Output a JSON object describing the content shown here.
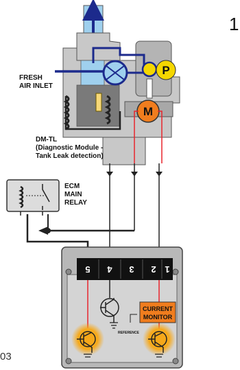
{
  "figure_number": "1",
  "page_number_fragment": "03",
  "labels": {
    "fresh_air_line1": "FRESH",
    "fresh_air_line2": "AIR INLET",
    "pump_letter": "P",
    "motor_letter": "M",
    "dmtl_line1": "DM-TL",
    "dmtl_line2": "(Diagnostic Module -",
    "dmtl_line3": "Tank Leak detection)",
    "relay_line1": "ECM",
    "relay_line2": "MAIN",
    "relay_line3": "RELAY",
    "current_monitor_line1": "CURRENT",
    "current_monitor_line2": "MONITOR",
    "reference": "REFERENCE"
  },
  "connector_pins": [
    "5",
    "4",
    "3",
    "2",
    "1"
  ],
  "colors": {
    "housing_gray": "#c8c8c8",
    "housing_dark": "#9e9e9e",
    "airflow_blue": "#1c2a8c",
    "light_blue": "#9fd0ee",
    "motor_orange": "#f07d1e",
    "pump_yellow": "#f5d700",
    "wire_red": "#e8242c",
    "ecm_gray": "#b8b8b8",
    "connector_black": "#111111"
  }
}
